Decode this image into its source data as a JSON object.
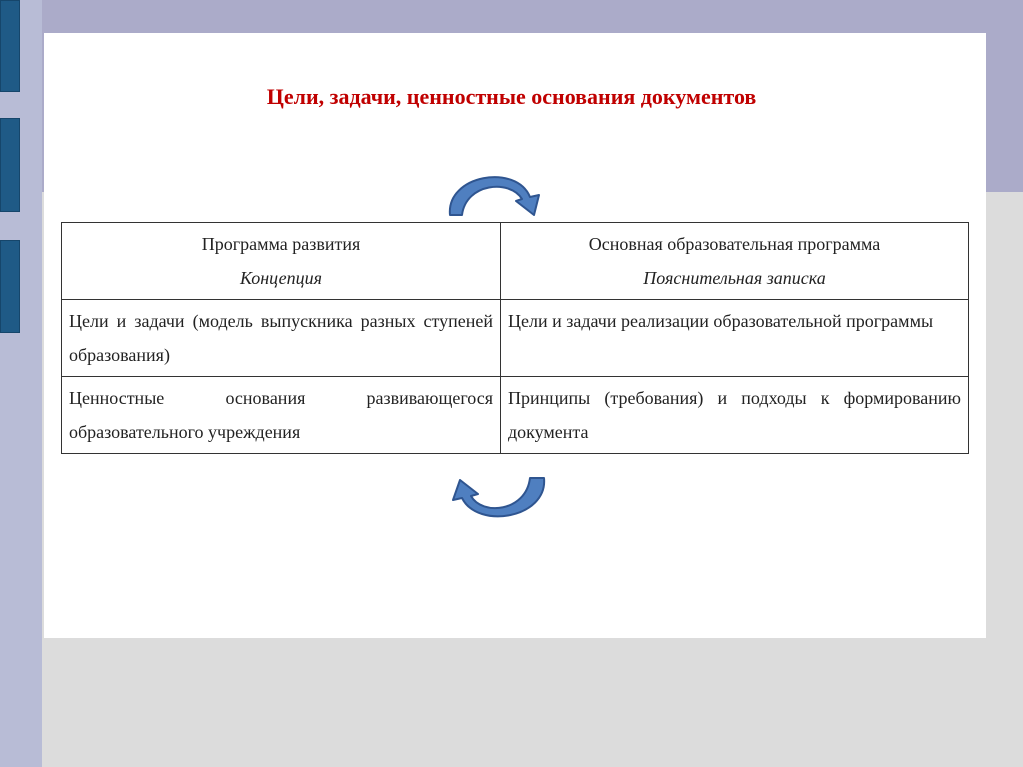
{
  "slide": {
    "title": "Цели, задачи, ценностные основания документов"
  },
  "table": {
    "header": {
      "left_title": "Программа развития",
      "left_subtitle": "Концепция",
      "right_title": "Основная образовательная программа",
      "right_subtitle": "Пояснительная записка"
    },
    "rows": [
      {
        "left": "Цели и задачи (модель выпускника разных ступеней образования)",
        "right": "Цели и задачи реализации образовательной программы"
      },
      {
        "left": "Ценностные основания развивающегося образовательного учреждения",
        "right": "Принципы (требования) и подходы к формированию документа"
      }
    ]
  },
  "icons": {
    "top": "curved-arrow-clockwise-icon",
    "bottom": "curved-arrow-counterclockwise-icon"
  },
  "colors": {
    "title": "#c00000",
    "arrow_fill": "#4f7fc0",
    "arrow_stroke": "#2f5590",
    "tabs": "#1f5a86"
  }
}
